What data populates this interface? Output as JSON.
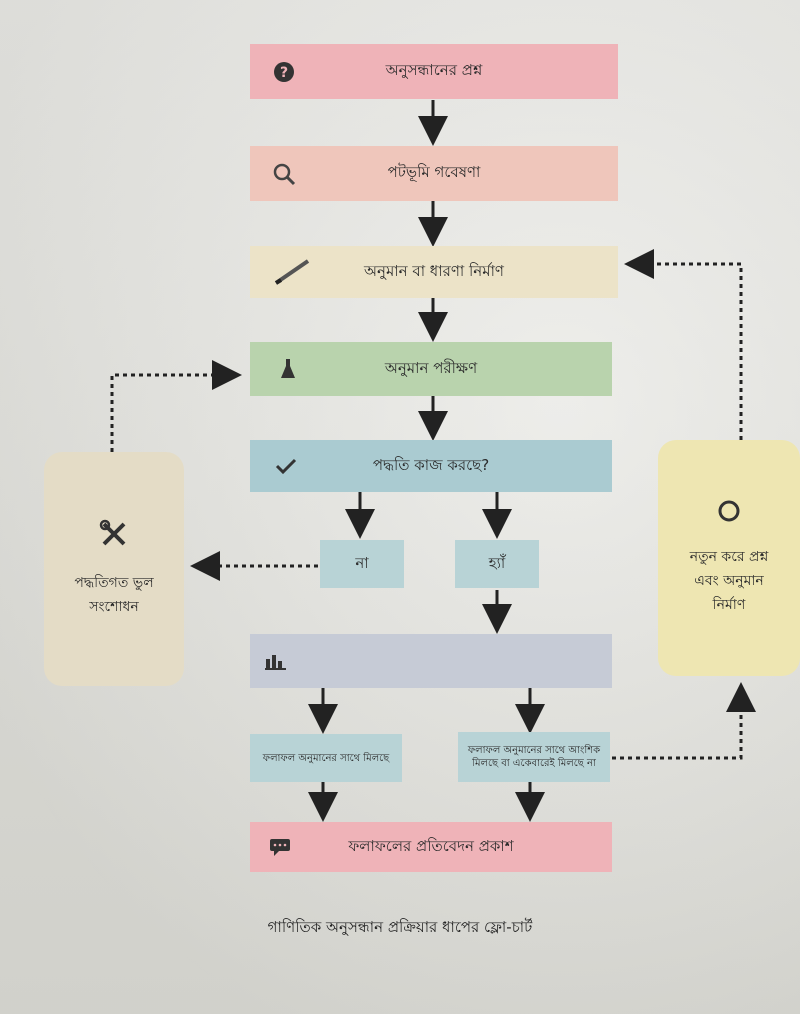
{
  "flow": {
    "step1": {
      "label": "অনুসন্ধানের প্রশ্ন",
      "icon": "question-icon"
    },
    "step2": {
      "label": "পটভূমি গবেষণা",
      "icon": "magnifier-icon"
    },
    "step3": {
      "label": "অনুমান বা ধারণা নির্মাণ",
      "icon": "pencil-icon"
    },
    "step4": {
      "label": "অনুমান পরীক্ষণ",
      "icon": "flask-icon"
    },
    "step5": {
      "label": "পদ্ধতি কাজ করছে?",
      "icon": "checkmark-icon"
    },
    "no_box": {
      "label": "না"
    },
    "yes_box": {
      "label": "হ্যাঁ"
    },
    "analysis_box": {
      "label": "",
      "icon": "bar-chart-icon"
    },
    "result_match": {
      "label": "ফলাফল অনুমানের সাথে মিলছে"
    },
    "result_mismatch": {
      "label": "ফলাফল অনুমানের সাথে আংশিক মিলছে বা একেবারেই মিলছে না"
    },
    "final": {
      "label": "ফলাফলের প্রতিবেদন প্রকাশ",
      "icon": "speech-bubble-icon"
    }
  },
  "left_panel": {
    "label": "পদ্ধতিগত ভুল সংশোধন",
    "icon": "tools-icon"
  },
  "right_panel": {
    "label": "নতুন করে প্রশ্ন এবং অনুমান নির্মাণ",
    "icon": "circle-icon"
  },
  "caption": "গাণিতিক অনুসন্ধান প্রক্রিয়ার ধাপের ফ্লো-চার্ট",
  "colors": {
    "pink": "#efb3b8",
    "peach": "#efc6bb",
    "cream": "#ece3c8",
    "green": "#b9d3ad",
    "blue": "#aacbd1",
    "sand": "#e4dcc6",
    "yellow": "#eee6b2"
  }
}
